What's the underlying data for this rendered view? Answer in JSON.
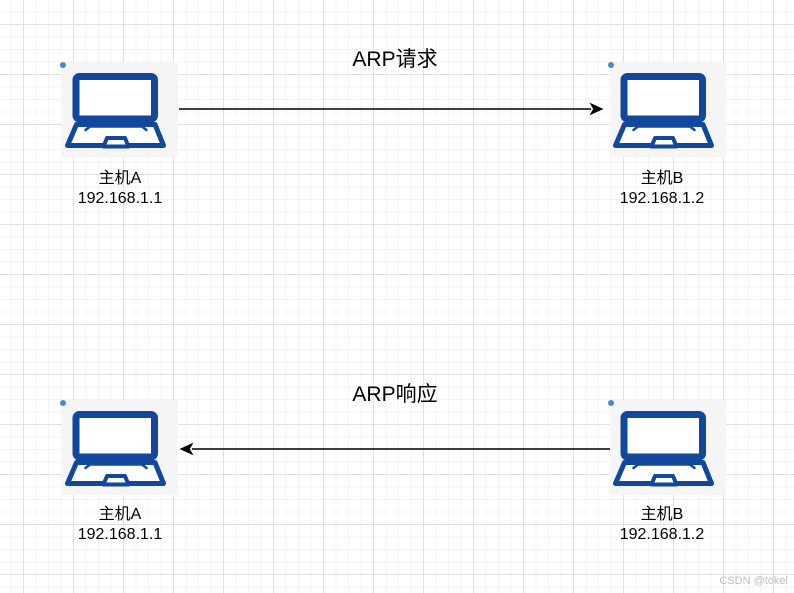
{
  "sections": [
    {
      "title": "ARP请求",
      "arrow": {
        "from": "主机A",
        "to": "主机B",
        "direction": "right"
      },
      "source": {
        "label": "主机A",
        "ip": "192.168.1.1"
      },
      "target": {
        "label": "主机B",
        "ip": "192.168.1.2"
      }
    },
    {
      "title": "ARP响应",
      "arrow": {
        "from": "主机B",
        "to": "主机A",
        "direction": "left"
      },
      "source": {
        "label": "主机A",
        "ip": "192.168.1.1"
      },
      "target": {
        "label": "主机B",
        "ip": "192.168.1.2"
      }
    }
  ],
  "colors": {
    "laptop_stroke": "#12489c",
    "node_background": "#f5f5f5",
    "connection_dot": "#4a89cc",
    "connector": "#000000",
    "grid_major": "#e0e0e0",
    "grid_minor": "#f3f3f3"
  },
  "watermark": "CSDN @tokel"
}
